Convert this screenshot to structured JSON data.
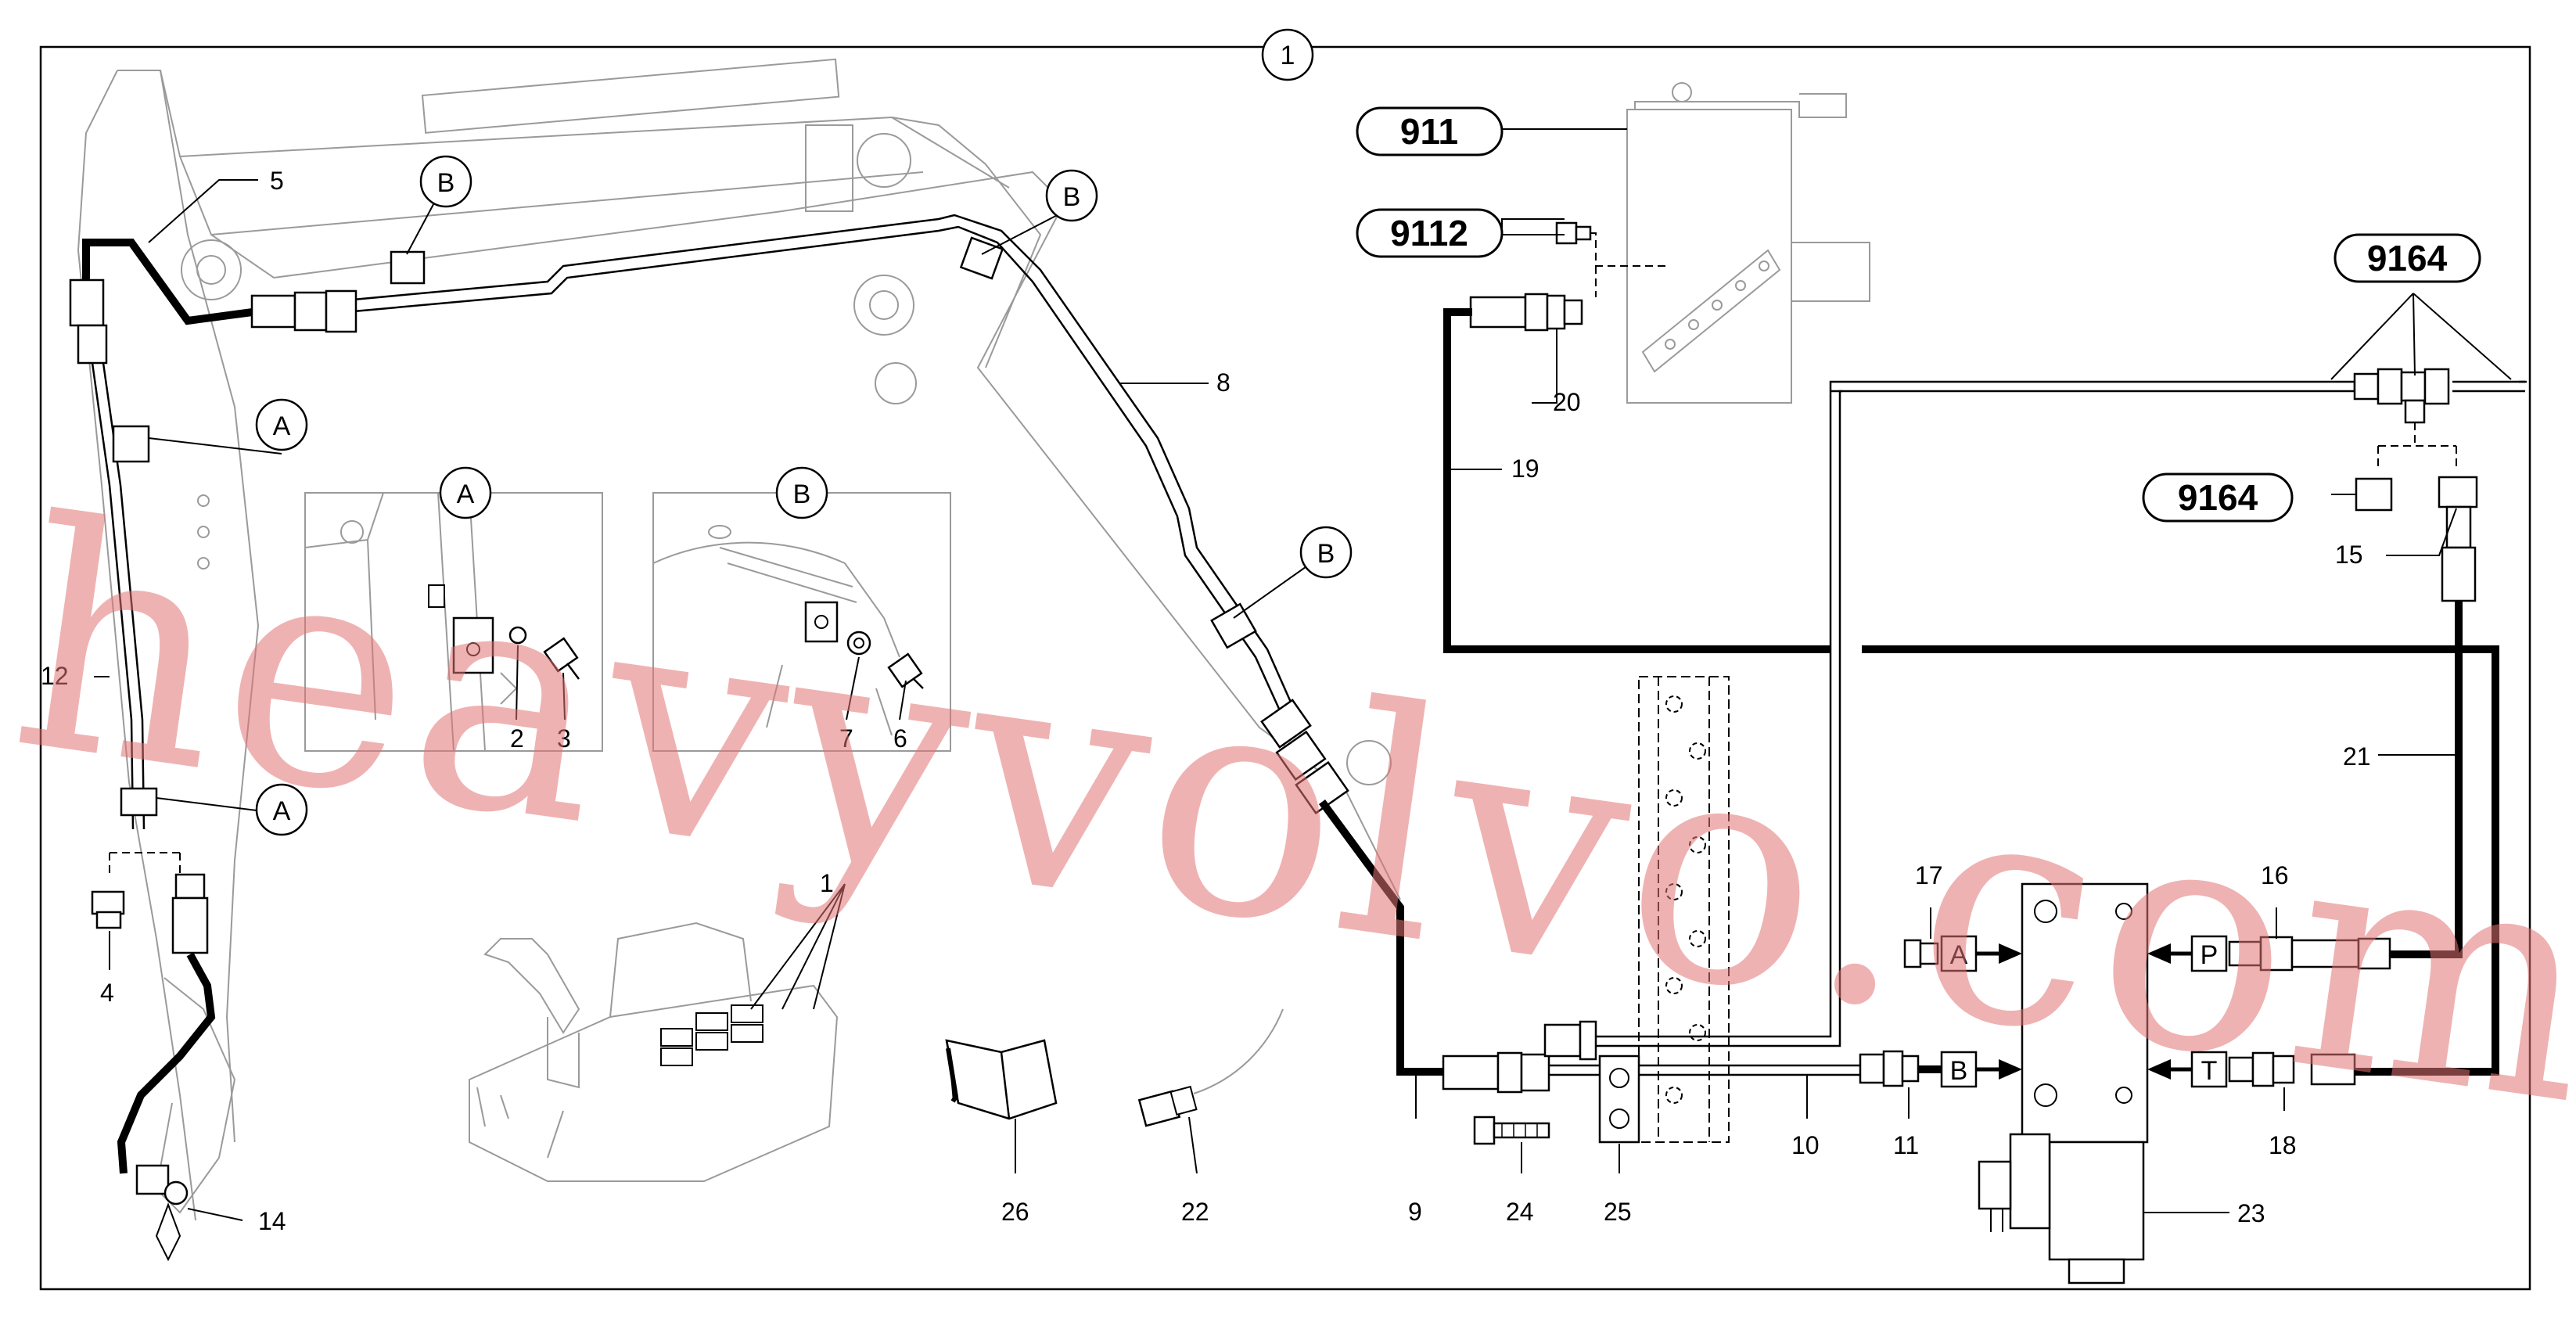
{
  "diagram": {
    "assembly_number": "1",
    "callouts": {
      "c911": "911",
      "c9112": "9112",
      "c9164_top": "9164",
      "c9164_mid": "9164"
    },
    "detail_letters": {
      "boom_a_upper": "A",
      "boom_a_lower": "A",
      "boom_b_left": "B",
      "boom_b_mid": "B",
      "boom_b_right": "B",
      "inset_a": "A",
      "inset_b": "B"
    },
    "valve_ports": {
      "A": "A",
      "B": "B",
      "P": "P",
      "T": "T"
    },
    "part_labels": {
      "p1": "1",
      "p2": "2",
      "p3": "3",
      "p4": "4",
      "p5": "5",
      "p6": "6",
      "p7": "7",
      "p8": "8",
      "p9": "9",
      "p10": "10",
      "p11": "11",
      "p12": "12",
      "p14": "14",
      "p15": "15",
      "p16": "16",
      "p17": "17",
      "p18": "18",
      "p19": "19",
      "p20": "20",
      "p21": "21",
      "p22": "22",
      "p23": "23",
      "p24": "24",
      "p25": "25",
      "p26": "26"
    },
    "watermark": "heavyvolvo.com"
  }
}
